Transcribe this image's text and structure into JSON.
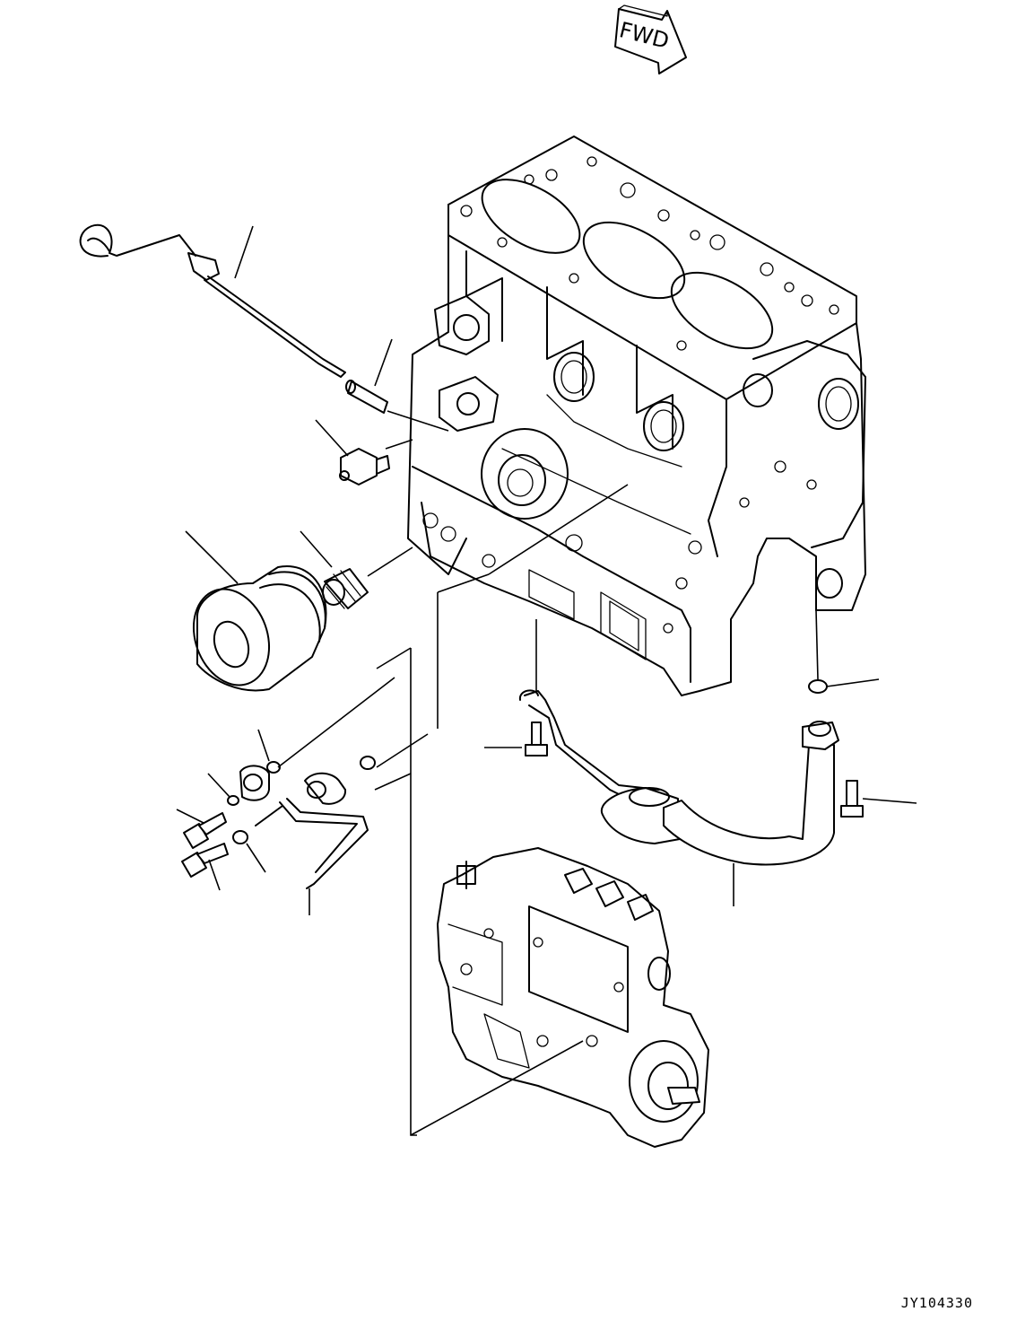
{
  "direction_arrow": {
    "label": "FWD"
  },
  "drawing_code": "JY104330",
  "colors": {
    "line": "#000000",
    "background": "#ffffff"
  },
  "components": [
    "dipstick",
    "dipstick-guide",
    "oil-pressure-switch",
    "oil-filter",
    "filter-connector",
    "cylinder-block",
    "oil-strainer",
    "o-ring",
    "flange-bolt",
    "lube-tube",
    "gasket-washer",
    "eye-bolt",
    "fuel-injection-pump"
  ]
}
